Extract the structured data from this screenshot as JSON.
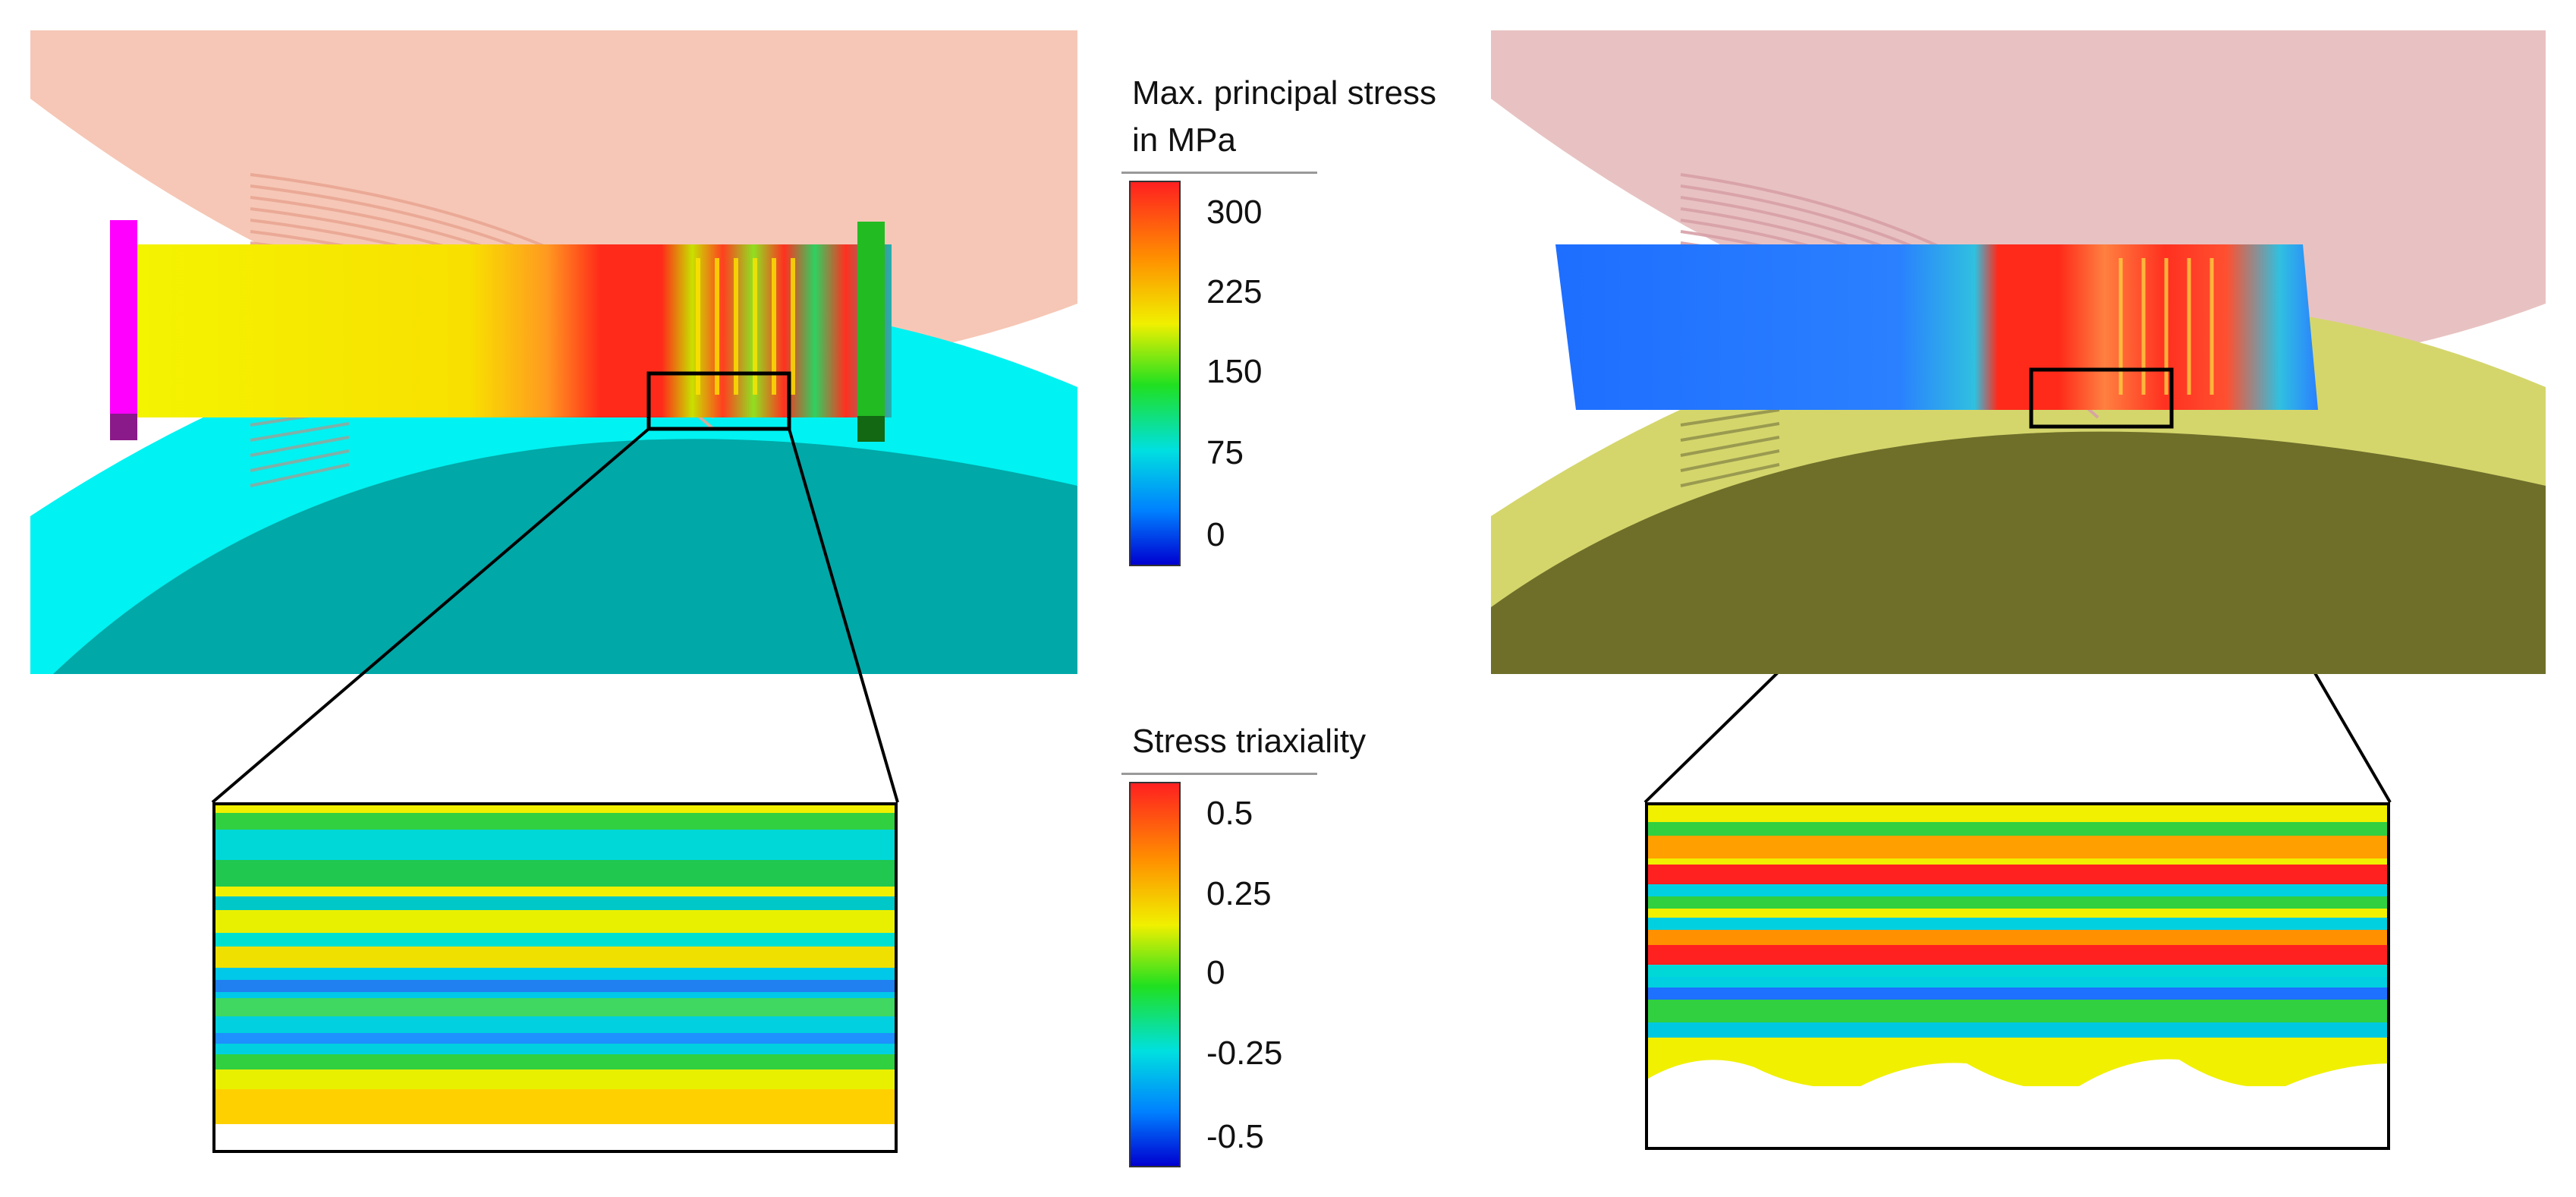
{
  "legend_stress": {
    "title_line1": "Max. principal stress",
    "title_line2": "in MPa",
    "ticks": [
      "300",
      "225",
      "150",
      "75",
      "0"
    ]
  },
  "legend_triaxiality": {
    "title": "Stress triaxiality",
    "ticks": [
      "0.5",
      "0.25",
      "0",
      "-0.25",
      "-0.5"
    ]
  },
  "colors": {
    "left_roller_upper": "#f6c7b6",
    "left_roller_lower": "#00f3f3",
    "left_roller_lower_dark": "#00a9a9",
    "right_roller_upper": "#e8c2c2",
    "right_roller_lower": "#d8d870",
    "right_roller_lower_dark": "#707028",
    "left_clamp": "#ff00ff",
    "right_clamp": "#22bb22",
    "colormap": [
      "#0000d0",
      "#0080ff",
      "#00e0e0",
      "#20e020",
      "#f0f000",
      "#ff9000",
      "#ff2020"
    ]
  }
}
